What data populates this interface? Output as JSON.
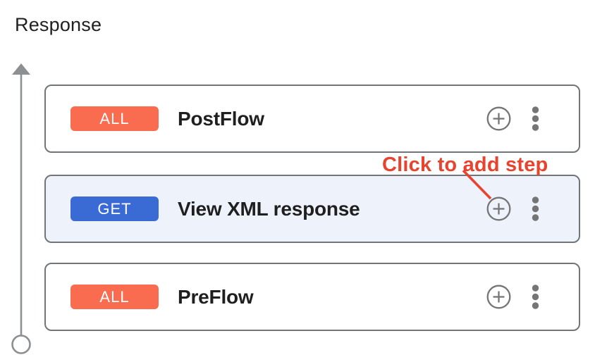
{
  "title": "Response",
  "annotation": {
    "label": "Click to add step",
    "color": "#E8432E",
    "points_to": "add-step-button of View XML response card"
  },
  "flow": {
    "direction": "upward",
    "cards": [
      {
        "method": "ALL",
        "name": "PostFlow",
        "highlighted": false
      },
      {
        "method": "GET",
        "name": "View XML response",
        "highlighted": true
      },
      {
        "method": "ALL",
        "name": "PreFlow",
        "highlighted": false
      }
    ],
    "card_icons": [
      "add-step-icon",
      "more-options-icon"
    ]
  },
  "colors": {
    "badge_all_orange": "#F96C4F",
    "badge_get_blue": "#3A6BD5",
    "highlighted_card_bg": "#EEF2FB",
    "card_border_gray": "#71757A",
    "icon_gray": "#757575",
    "rail_gray": "#8D9093",
    "title_text": "#212121",
    "card_label_text": "#1F1F1F",
    "annotation_red": "#E8432E"
  }
}
